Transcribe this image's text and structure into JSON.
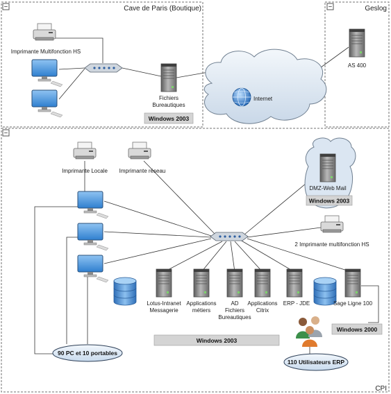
{
  "containers": {
    "cave": {
      "title": "Cave de Paris (Boutique)"
    },
    "geslog": {
      "title": "Geslog"
    },
    "cpi": {
      "title": "CPI"
    },
    "collapse_symbol": "−"
  },
  "cave_nodes": {
    "printer_label": "Imprimante Multifonction HS",
    "fileserver_label_line1": "Fichiers",
    "fileserver_label_line2": "Bureautiques",
    "os_bar": "Windows 2003"
  },
  "internet": {
    "label": "Internet"
  },
  "geslog_nodes": {
    "as400_label": "AS 400"
  },
  "cpi_nodes": {
    "printer_local": "Imprimante Locale",
    "printer_network": "Imprimante réseau",
    "dmz_label": "DMZ-Web Mail",
    "dmz_os": "Windows 2003",
    "mfp2_label": "2 Imprimante multifonction HS",
    "srv_lotus_line1": "Lotus-Intranet",
    "srv_lotus_line2": "Messagerie",
    "srv_apps_line1": "Applications",
    "srv_apps_line2": "métiers",
    "srv_ad_line1": "AD",
    "srv_ad_line2": "Fichiers",
    "srv_ad_line3": "Bureautiques",
    "srv_citrix_line1": "Applications",
    "srv_citrix_line2": "Citrix",
    "srv_erp": "ERP - JDE",
    "srv_sage": "Sage Ligne 100",
    "os_bar_main": "Windows 2003",
    "os_bar_sage": "Windows 2000",
    "pc_count": "90 PC et 10 portables",
    "users_count": "110 Utilisateurs ERP"
  },
  "colors": {
    "container_border": "#707070",
    "cloud_fill": "#dbe6f2",
    "cloud_stroke": "#6f7f90",
    "os_bar_fill": "#d4d4d4",
    "monitor_blue": "#3d8fd6",
    "server_gray": "#8a8a8a",
    "db_blue": "#4a8fd4",
    "ellipse_fill": "#dfe9f5"
  }
}
